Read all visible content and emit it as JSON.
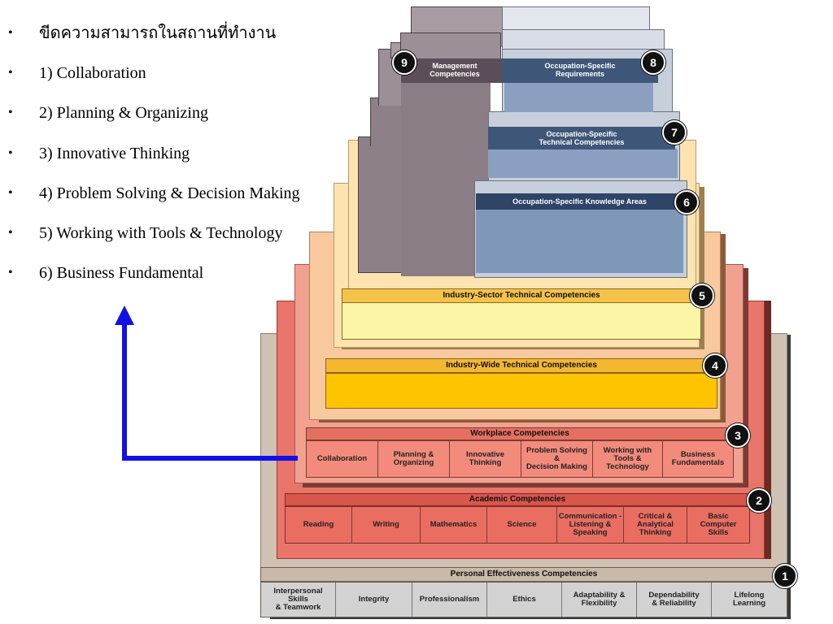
{
  "bullets": [
    "ขีดความสามารถในสถานที่ทำงาน",
    "1) Collaboration",
    "2) Planning & Organizing",
    "3) Innovative Thinking",
    "4) Problem Solving & Decision Making",
    "5) Working with Tools & Technology",
    "6) Business Fundamental"
  ],
  "bullet_glyph": "•",
  "pyramid": {
    "tier1": {
      "number": "1",
      "title": "Personal Effectiveness Competencies",
      "cells": [
        "Interpersonal\nSkills\n& Teamwork",
        "Integrity",
        "Professionalism",
        "Ethics",
        "Adaptability &\nFlexibility",
        "Dependability\n& Reliability",
        "Lifelong\nLearning"
      ]
    },
    "tier2": {
      "number": "2",
      "title": "Academic Competencies",
      "cells": [
        "Reading",
        "Writing",
        "Mathematics",
        "Science",
        "Communication -\nListening &\nSpeaking",
        "Critical &\nAnalytical\nThinking",
        "Basic\nComputer\nSkills"
      ]
    },
    "tier3": {
      "number": "3",
      "title": "Workplace Competencies",
      "cells": [
        "Collaboration",
        "Planning &\nOrganizing",
        "Innovative\nThinking",
        "Problem Solving\n&\nDecision Making",
        "Working with\nTools &\nTechnology",
        "Business\nFundamentals"
      ]
    },
    "tier4": {
      "number": "4",
      "title": "Industry-Wide Technical Competencies"
    },
    "tier5": {
      "number": "5",
      "title": "Industry-Sector Technical Competencies"
    },
    "tier6": {
      "number": "6",
      "title": "Occupation-Specific Knowledge Areas"
    },
    "tier7": {
      "number": "7",
      "title": "Occupation-Specific\nTechnical Competencies"
    },
    "tier8": {
      "number": "8",
      "title": "Occupation-Specific\nRequirements"
    },
    "tier9": {
      "number": "9",
      "title": "Management\nCompetencies"
    }
  },
  "colors": {
    "arrow": "#1010e8",
    "tier1": "#cfc2b4",
    "tier2": "#e9746a",
    "tier3": "#f2a190",
    "tier4": "#f8c89e",
    "tier5": "#fde3b0",
    "tier6": "#7f97b8",
    "management": "#8d8088"
  }
}
